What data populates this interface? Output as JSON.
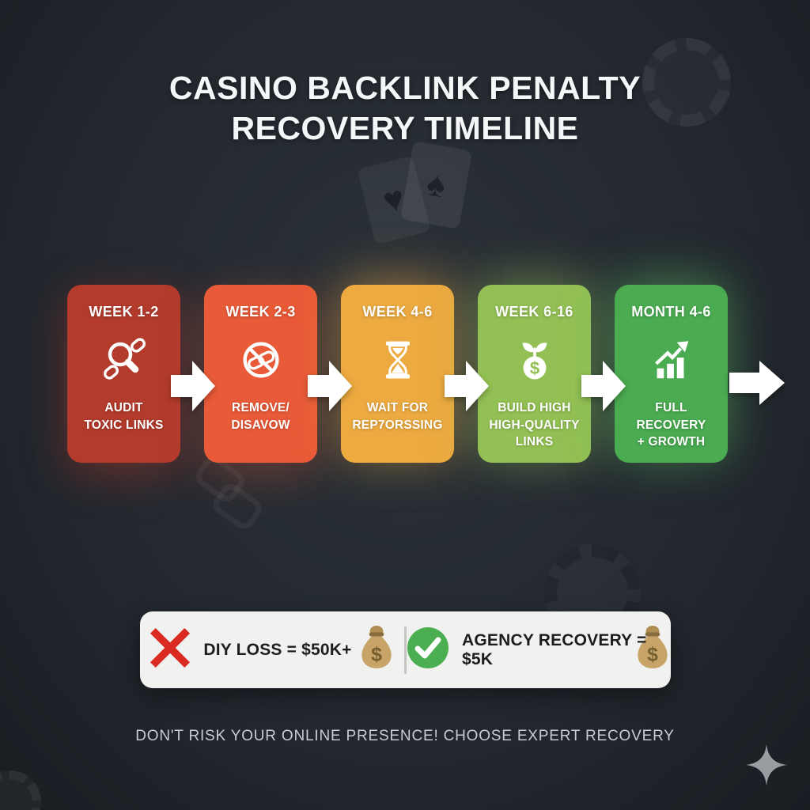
{
  "title": {
    "line1": "CASINO BACKLINK PENALTY",
    "line2": "RECOVERY TIMELINE"
  },
  "timeline": {
    "steps": [
      {
        "period": "WEEK 1-2",
        "label": "AUDIT\nTOXIC LINKS",
        "icon": "magnifier-chain-icon",
        "color": "#b23b2c"
      },
      {
        "period": "WEEK 2-3",
        "label": "REMOVE/\nDISAVOW",
        "icon": "no-link-icon",
        "color": "#e95a38"
      },
      {
        "period": "WEEK 4-6",
        "label": "WAIT FOR\nREP7ORSSING",
        "icon": "hourglass-icon",
        "color": "#ecaa40"
      },
      {
        "period": "WEEK 6-16",
        "label": "BUILD HIGH\nHIGH-QUALITY\nLINKS",
        "icon": "money-sprout-icon",
        "color": "#93c054"
      },
      {
        "period": "MONTH 4-6",
        "label": "FULL RECOVERY\n+ GROWTH",
        "icon": "growth-chart-icon",
        "color": "#4aab51"
      }
    ]
  },
  "comparison": {
    "diy_label": "DIY LOSS = $50K+",
    "agency_label": "AGENCY RECOVERY = $5K"
  },
  "footer_text": "DON'T RISK YOUR ONLINE PRESENCE! CHOOSE EXPERT RECOVERY",
  "colors": {
    "background": "#242930",
    "card_red": "#b23b2c",
    "card_orange": "#e95a38",
    "card_amber": "#ecaa40",
    "card_light_green": "#93c054",
    "card_green": "#4aab51",
    "cross_red": "#d92b21",
    "check_green": "#4bae50",
    "money_bag_tan": "#c9a469",
    "panel_bg": "#f1f1ef",
    "title_text": "#f4f6f7",
    "footer_text": "#c8cdd2"
  }
}
